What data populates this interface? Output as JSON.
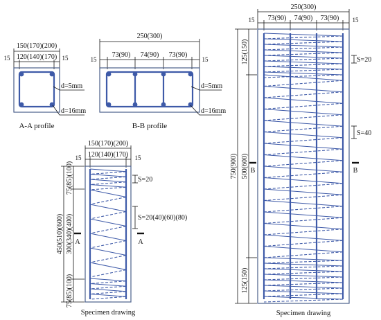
{
  "profile_a": {
    "dim_total": "150(170)(200)",
    "dim_inner": "120(140)(170)",
    "cover_left": "15",
    "cover_right": "15",
    "label_d5": "d=5mm",
    "label_d16": "d=16mm",
    "caption": "A-A profile"
  },
  "profile_b": {
    "dim_total": "250(300)",
    "dim_1": "73(90)",
    "dim_2": "74(90)",
    "dim_3": "73(90)",
    "cover_left": "15",
    "cover_right": "15",
    "label_d5": "d=5mm",
    "label_d16": "d=16mm",
    "caption": "B-B profile"
  },
  "specimen_small": {
    "dim_total": "150(170)(200)",
    "dim_inner": "120(140)(170)",
    "cover_left": "15",
    "cover_right": "15",
    "height_total": "450(510)(600)",
    "height_top": "75(85)(100)",
    "height_mid": "300(340)(400)",
    "height_bot": "75(85)(100)",
    "spacing_dense": "S=20",
    "spacing_sparse": "S=20(40)(60)(80)",
    "section_mark_left": "A",
    "section_mark_right": "A",
    "caption": "Specimen drawing"
  },
  "specimen_large": {
    "dim_total": "250(300)",
    "dim_1": "73(90)",
    "dim_2": "74(90)",
    "dim_3": "73(90)",
    "cover_left": "15",
    "cover_right": "15",
    "height_total": "750(900)",
    "height_top": "125(150)",
    "height_mid": "500(600)",
    "height_bot": "125(150)",
    "spacing_dense": "S=20",
    "spacing_sparse": "S=40",
    "section_mark_left": "B",
    "section_mark_right": "B",
    "caption": "Specimen drawing"
  }
}
